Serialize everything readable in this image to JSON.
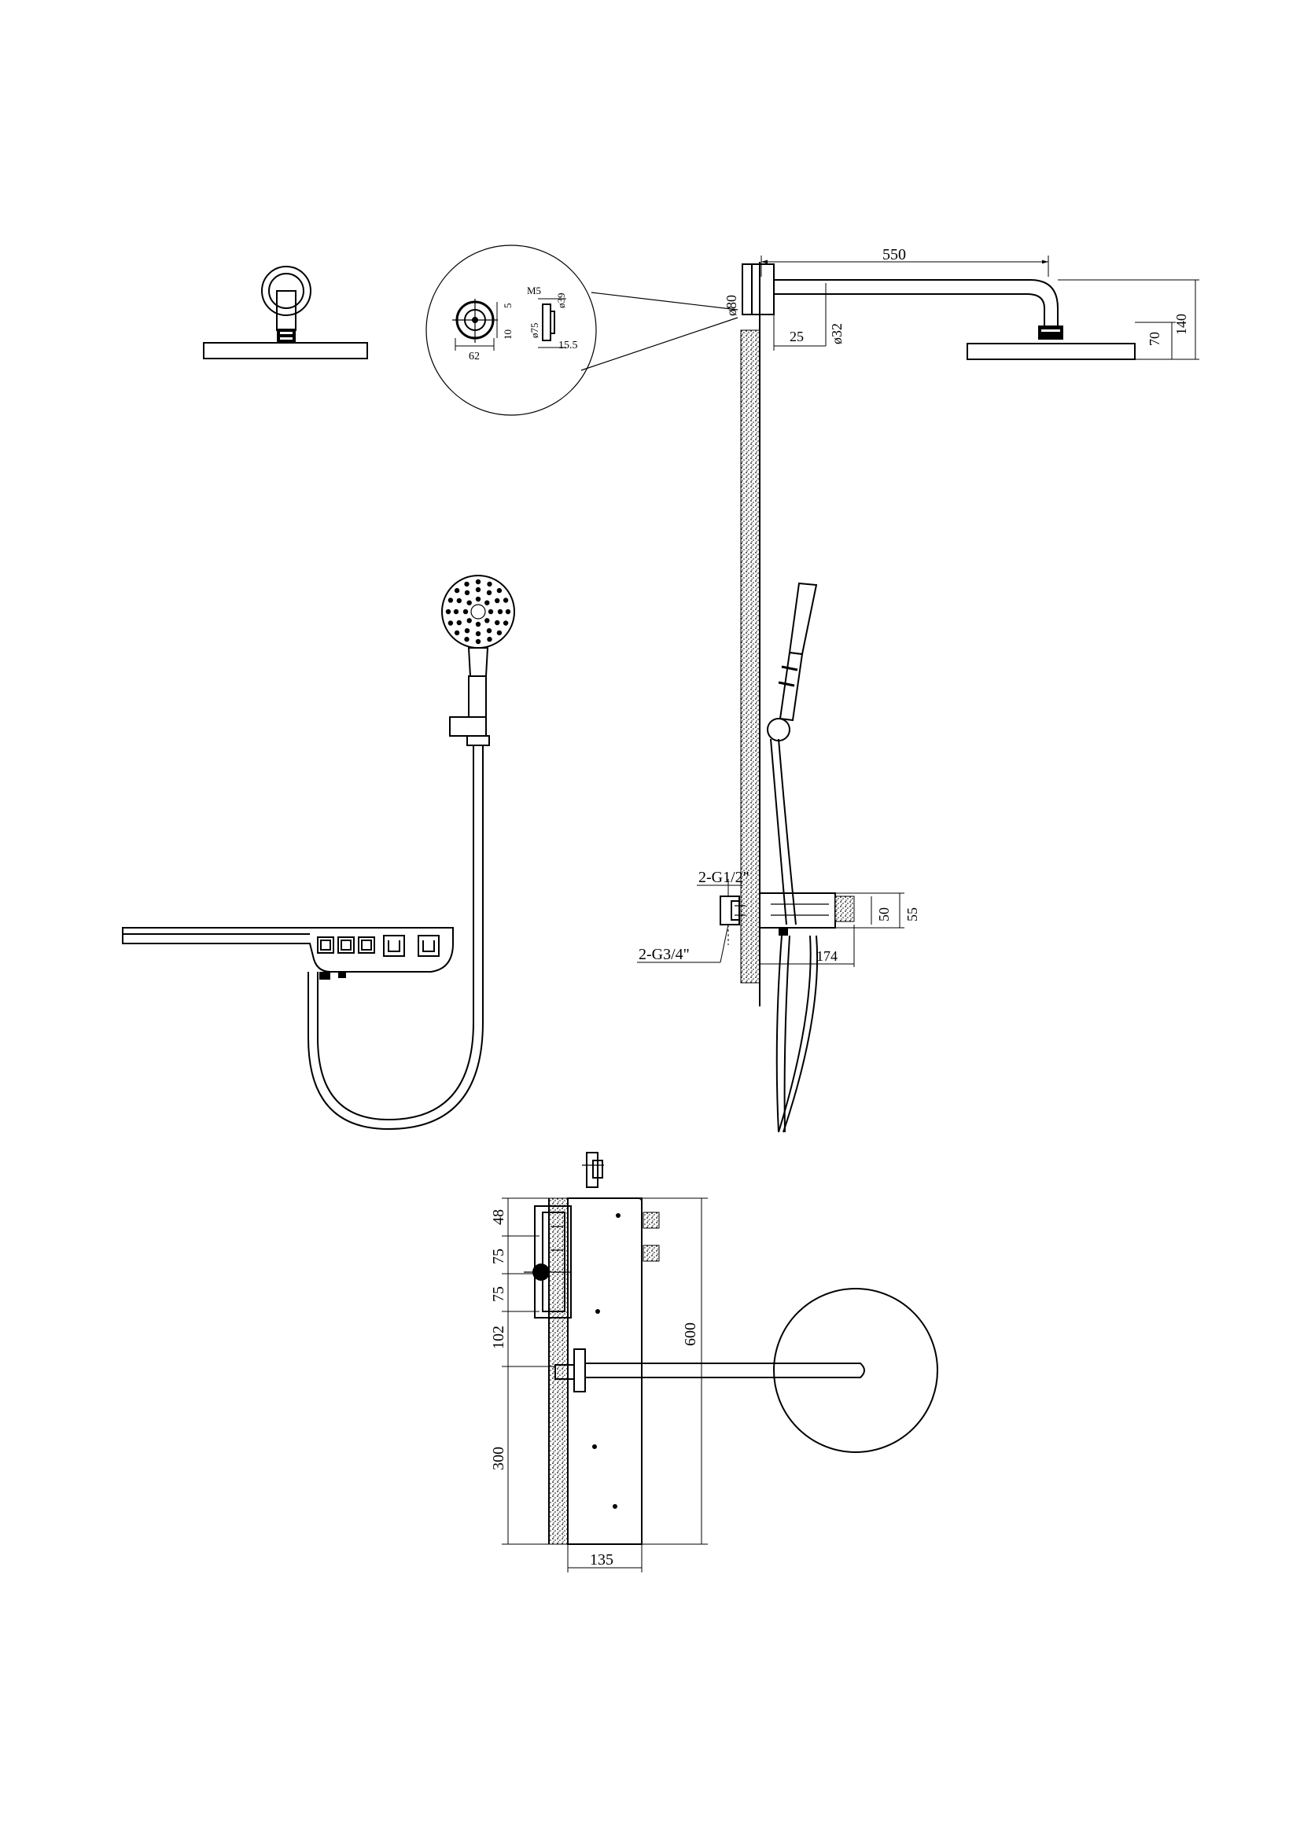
{
  "drawing": {
    "top_view": {
      "detail_labels": {
        "m5": "M5",
        "d39": "ø39",
        "d75": "ø75",
        "d5": "5",
        "d10": "10",
        "d62": "62",
        "d15_5": "15.5"
      },
      "arm_length": "550",
      "flange_diameter": "ø80",
      "tube_diameter": "ø32",
      "offset": "25",
      "head_drop": "70",
      "total_drop": "140"
    },
    "side_view": {
      "inlet_upper": "2-G1/2\"",
      "inlet_lower": "2-G3/4\"",
      "shelf_height_inner": "50",
      "shelf_height_outer": "55",
      "shelf_depth": "174"
    },
    "front_view": {
      "spacing_48": "48",
      "spacing_75a": "75",
      "spacing_75b": "75",
      "spacing_102": "102",
      "spacing_300": "300",
      "panel_height": "600",
      "panel_width": "135"
    }
  }
}
